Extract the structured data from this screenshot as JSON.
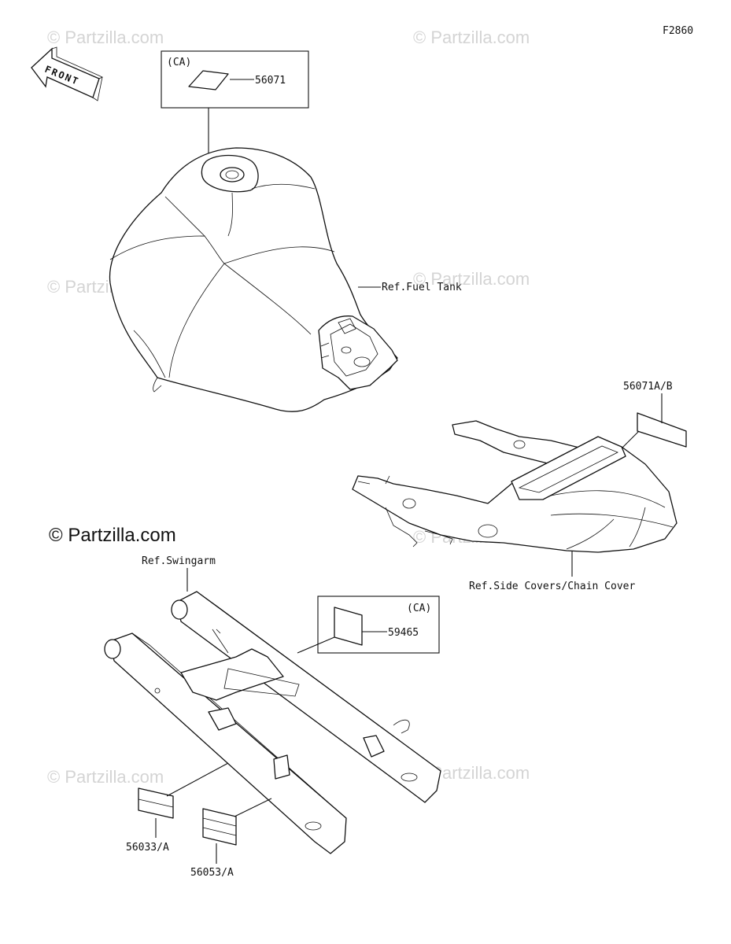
{
  "figure_code": "F2860",
  "front_arrow_text": "FRONT",
  "watermarks": {
    "small": "© Partzilla.com",
    "main": "© Partzilla.com"
  },
  "labels": {
    "ca_top": "(CA)",
    "p56071": "56071",
    "fuel_tank": "Ref.Fuel Tank",
    "p56071ab": "56071A/B",
    "side_covers": "Ref.Side Covers/Chain Cover",
    "swingarm": "Ref.Swingarm",
    "ca_mid": "(CA)",
    "p59465": "59465",
    "p56033a": "56033/A",
    "p56053a": "56053/A"
  }
}
